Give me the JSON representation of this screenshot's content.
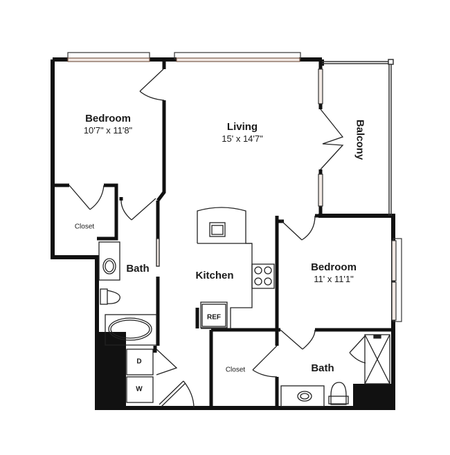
{
  "floorplan": {
    "rooms": [
      {
        "id": "bedroom-1",
        "name": "Bedroom",
        "dimensions": "10'7\" x 11'8\""
      },
      {
        "id": "living",
        "name": "Living",
        "dimensions": "15' x 14'7\""
      },
      {
        "id": "balcony",
        "name": "Balcony"
      },
      {
        "id": "closet-1",
        "name": "Closet"
      },
      {
        "id": "bath-1",
        "name": "Bath"
      },
      {
        "id": "kitchen",
        "name": "Kitchen"
      },
      {
        "id": "bedroom-2",
        "name": "Bedroom",
        "dimensions": "11' x 11'1\""
      },
      {
        "id": "closet-2",
        "name": "Closet"
      },
      {
        "id": "bath-2",
        "name": "Bath"
      }
    ],
    "appliances": {
      "refrigerator": "REF",
      "dryer": "D",
      "washer": "W"
    },
    "colors": {
      "wall": "#111111",
      "window_trim": "#7a5a4a",
      "background": "#ffffff"
    }
  }
}
